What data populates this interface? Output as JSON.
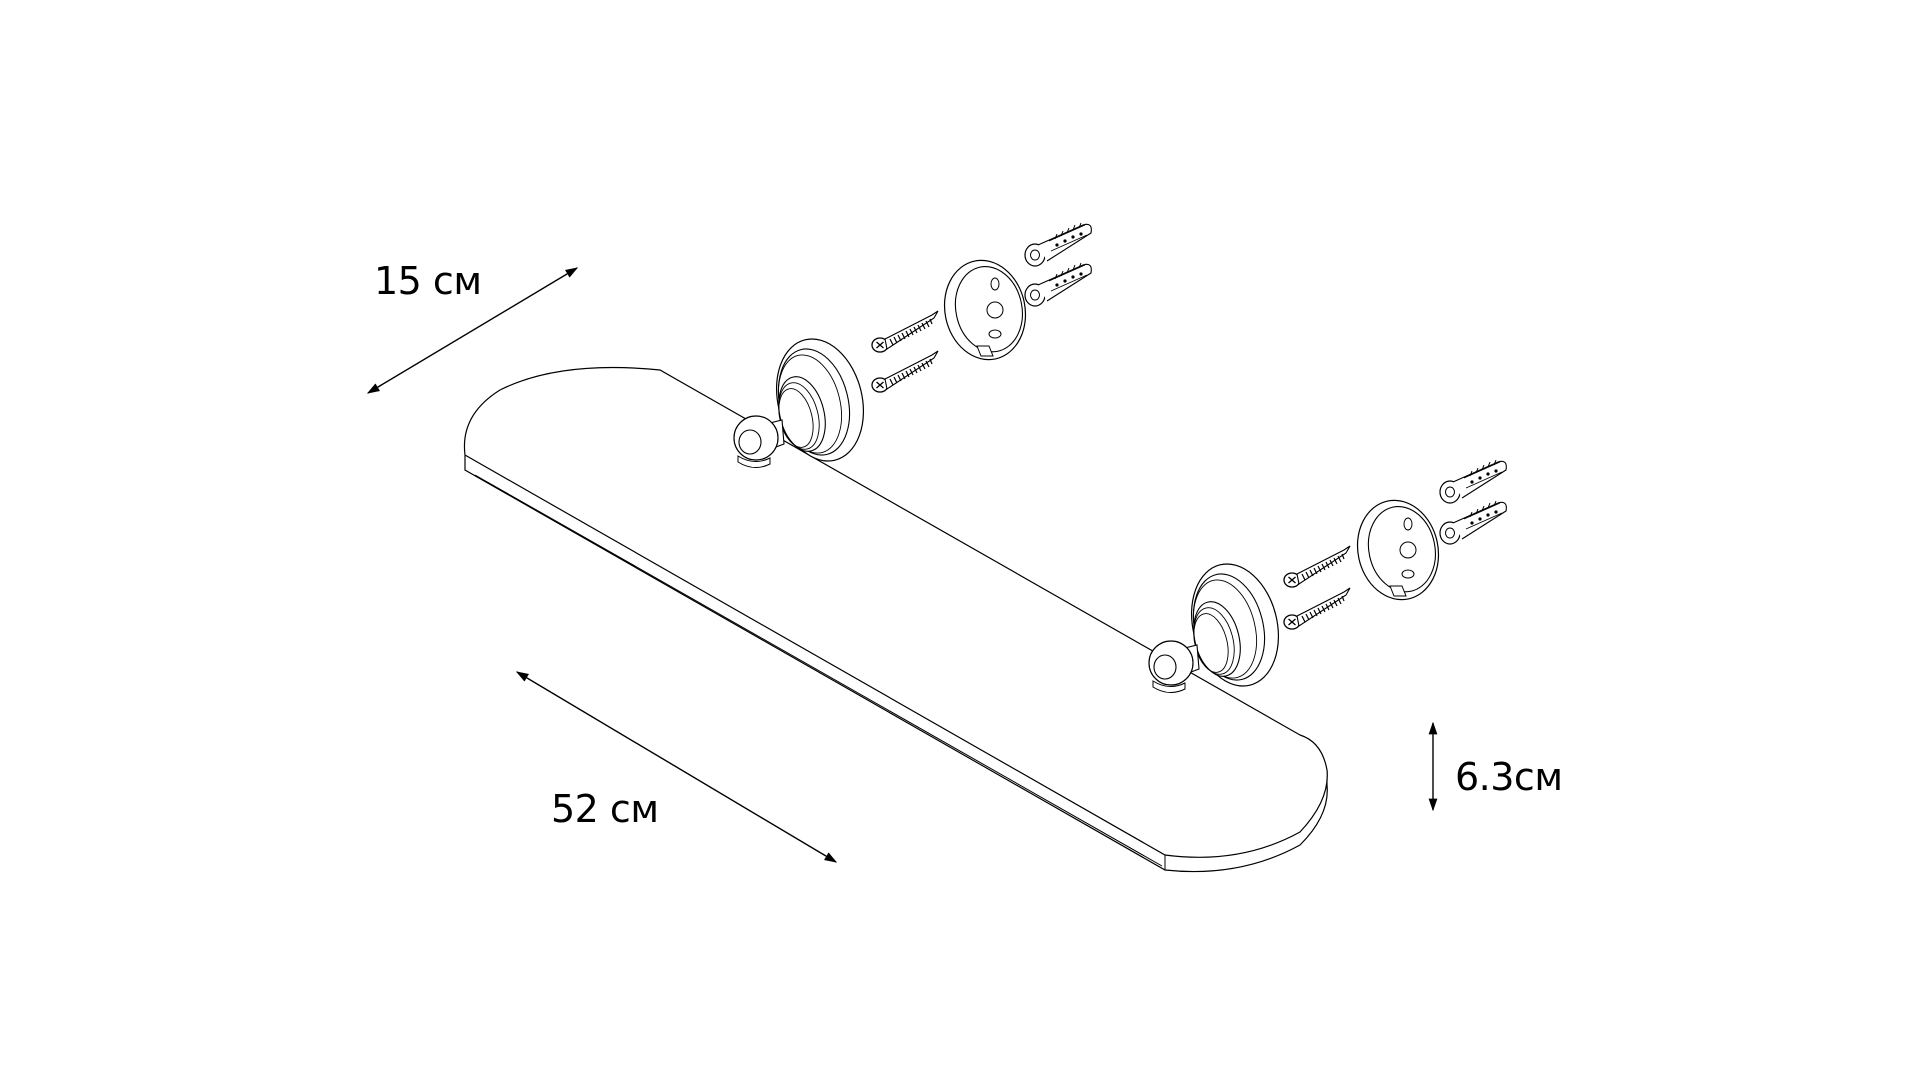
{
  "diagram": {
    "type": "exploded-view product dimension drawing",
    "subject": "glass shelf with two wall brackets and mounting hardware",
    "line_color": "#000000",
    "background": "#ffffff"
  },
  "dimensions": {
    "depth": {
      "label": "15 см"
    },
    "length": {
      "label": "52 см"
    },
    "height": {
      "label": "6.3см"
    }
  },
  "parts": [
    {
      "name": "glass-shelf",
      "count": 1
    },
    {
      "name": "bracket-holder",
      "count": 2
    },
    {
      "name": "wall-mount-plate",
      "count": 2
    },
    {
      "name": "screw",
      "count": 4
    },
    {
      "name": "wall-plug",
      "count": 4
    }
  ]
}
